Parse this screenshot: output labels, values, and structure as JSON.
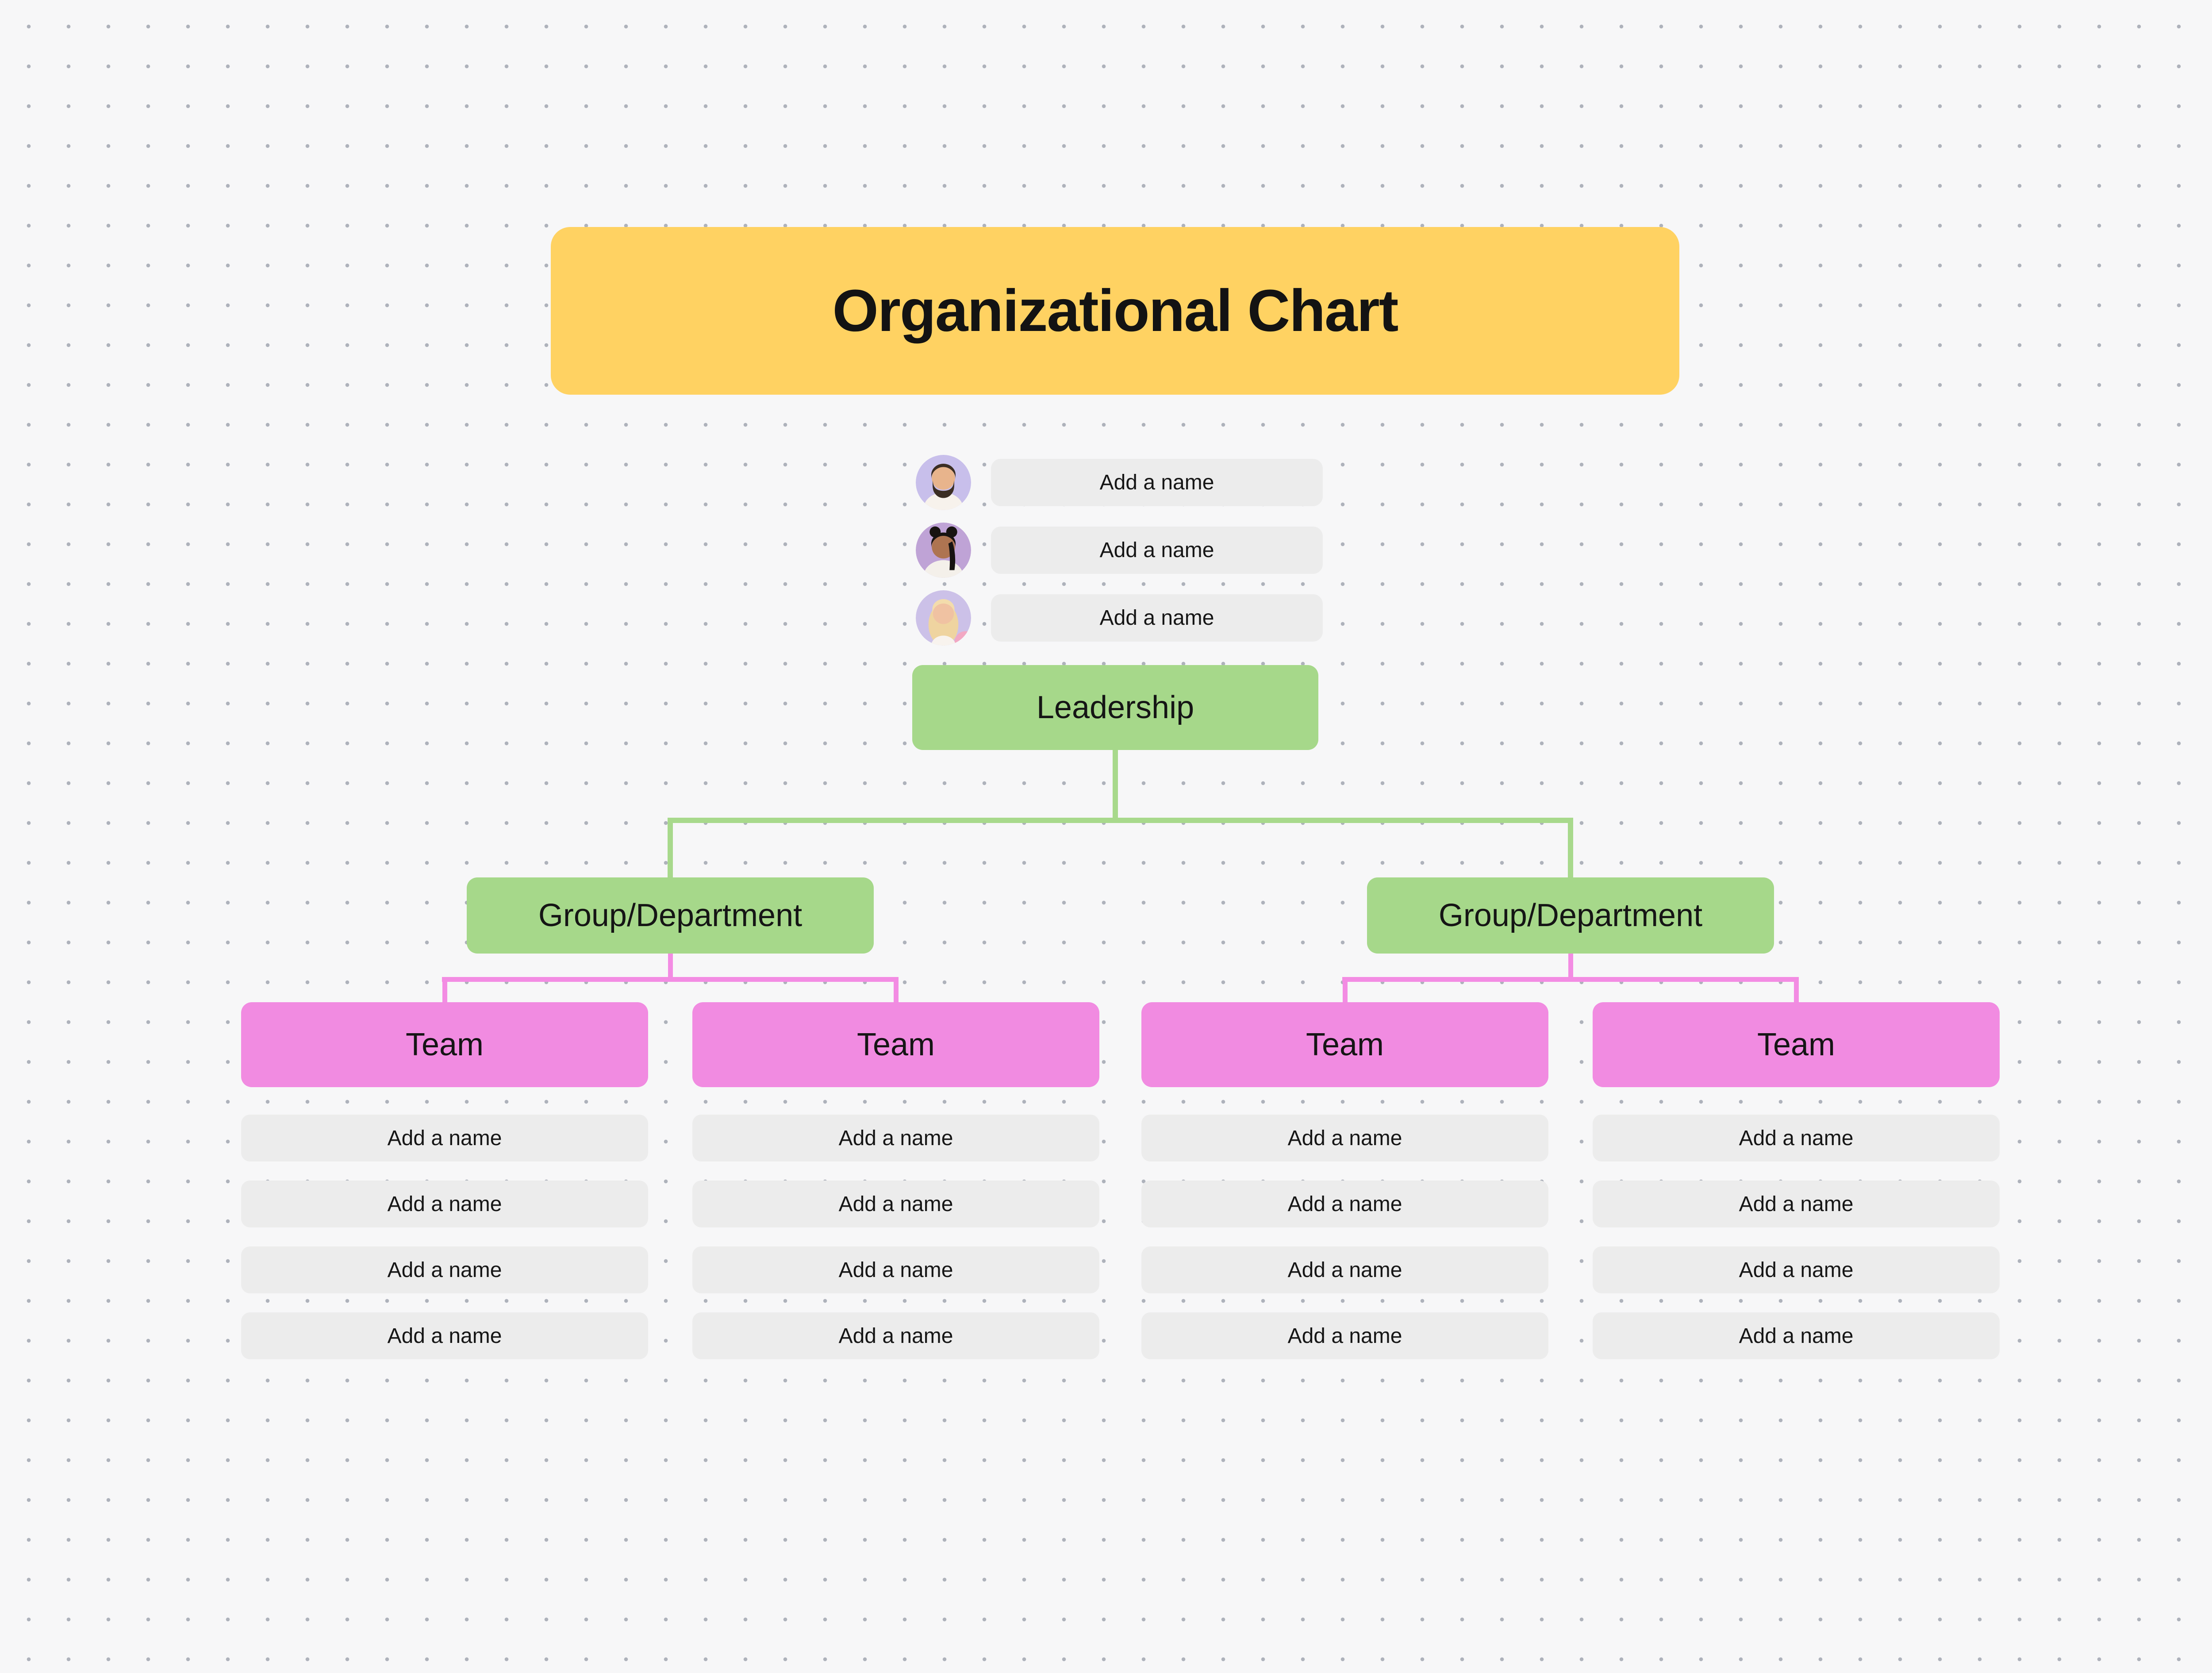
{
  "title": {
    "label": "Organizational Chart"
  },
  "leadership": {
    "label": "Leadership",
    "members": [
      {
        "avatar": "bearded-man",
        "name_placeholder": "Add a name"
      },
      {
        "avatar": "woman-with-hair-buns",
        "name_placeholder": "Add a name"
      },
      {
        "avatar": "blonde-woman",
        "name_placeholder": "Add a name"
      }
    ]
  },
  "groups": [
    {
      "label": "Group/Department"
    },
    {
      "label": "Group/Department"
    }
  ],
  "teams": [
    {
      "label": "Team",
      "names": [
        "Add a name",
        "Add a name",
        "Add a name",
        "Add a name"
      ]
    },
    {
      "label": "Team",
      "names": [
        "Add a name",
        "Add a name",
        "Add a name",
        "Add a name"
      ]
    },
    {
      "label": "Team",
      "names": [
        "Add a name",
        "Add a name",
        "Add a name",
        "Add a name"
      ]
    },
    {
      "label": "Team",
      "names": [
        "Add a name",
        "Add a name",
        "Add a name",
        "Add a name"
      ]
    }
  ],
  "colors": {
    "canvas_background": "#F7F7F8",
    "grid_dot": "#AEB2BB",
    "title_yellow": "#FFD262",
    "node_green": "#A6D88A",
    "connector_green": "#A8D98C",
    "node_pink": "#F18BE1",
    "connector_pink": "#F38CE3",
    "name_field_gray": "#ECECEC",
    "text": "#151515"
  }
}
